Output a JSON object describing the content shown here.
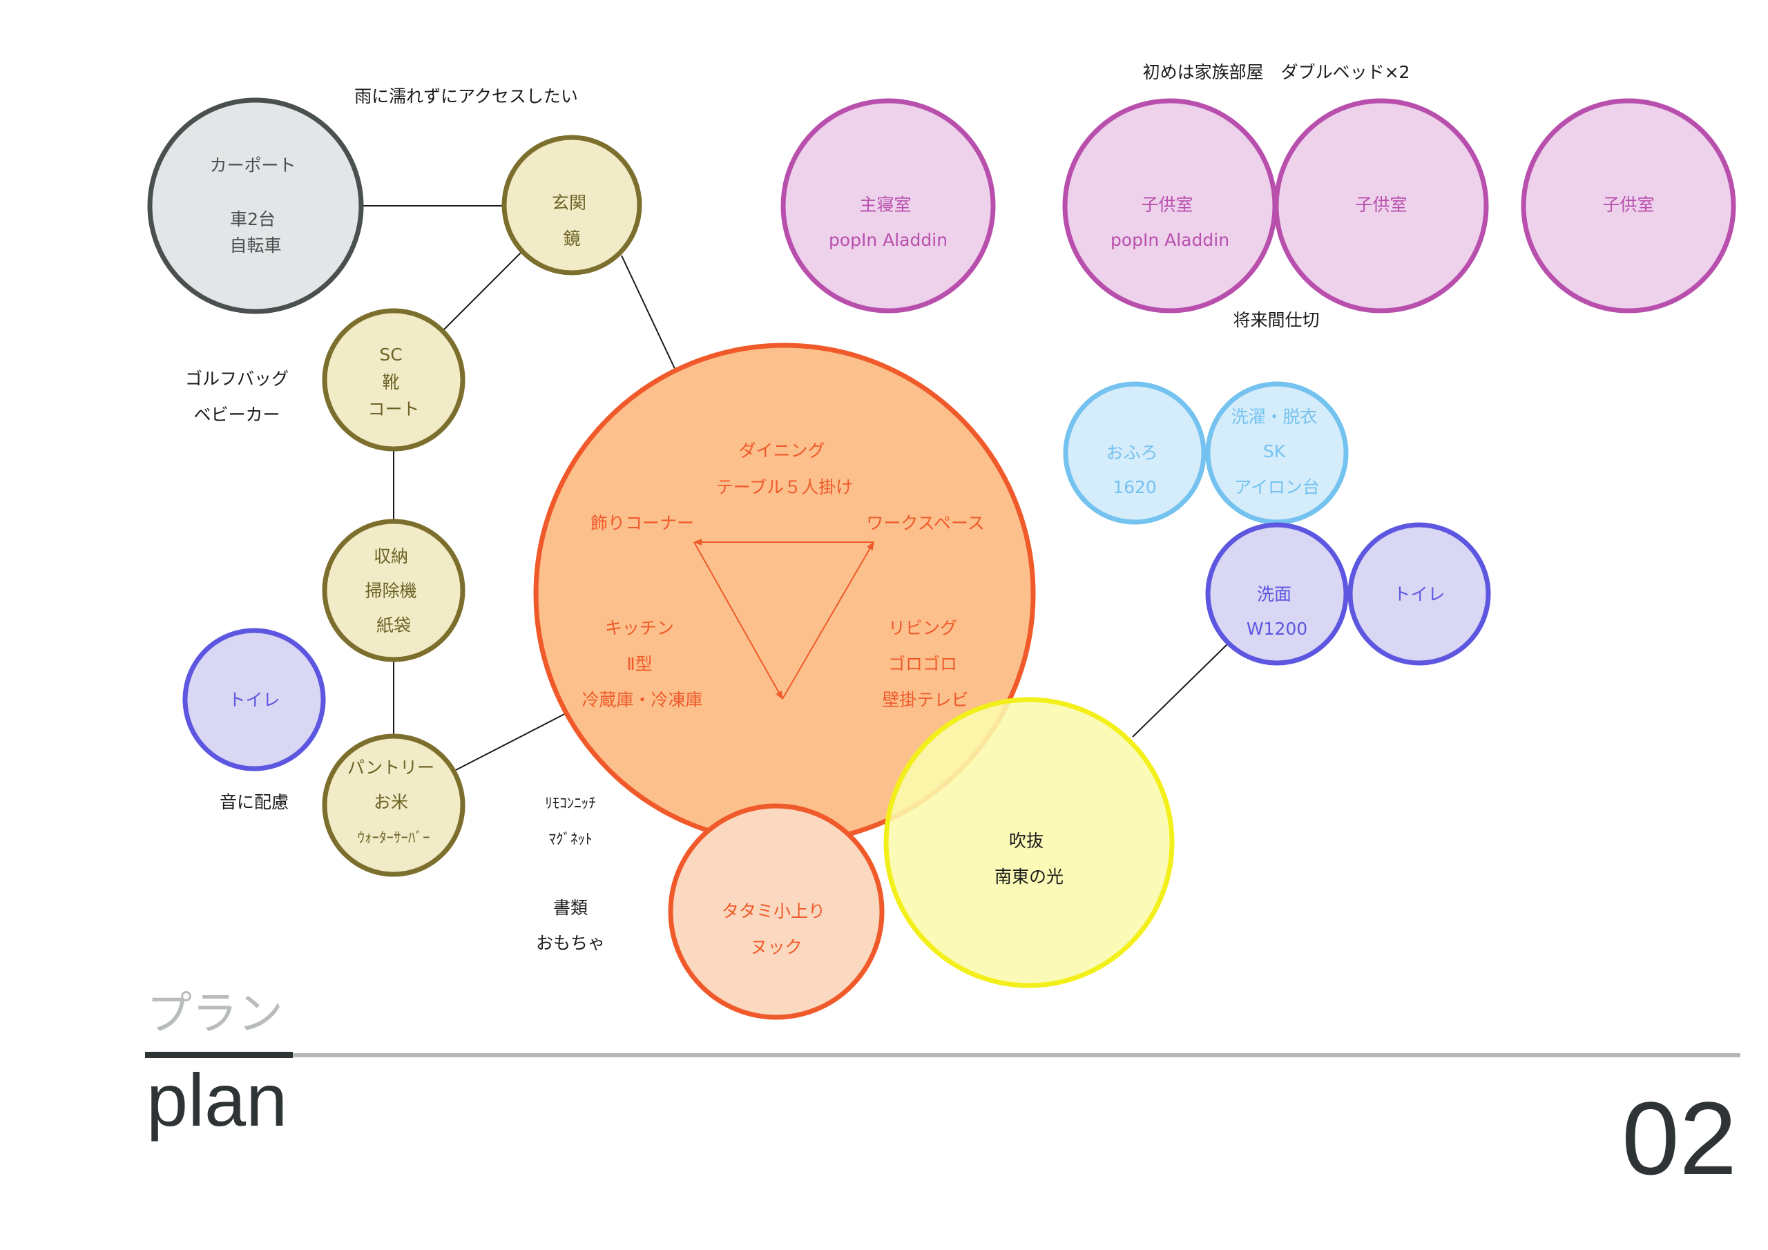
{
  "colors": {
    "carport_fill": "#e3e6e6",
    "carport_stroke": "#4a4f50",
    "carport_text": "#4a4f50",
    "olive_fill": "#f1ecc7",
    "olive_stroke": "#7c6e2d",
    "olive_text": "#6e6226",
    "pink_fill": "#eed2ec",
    "pink_stroke": "#b84fad",
    "pink_text": "#b84fad",
    "ldk_fill": "#fbc08c",
    "ldk_stroke": "#f05a2a",
    "ldk_text": "#f05a2a",
    "tatami_fill": "#fbd9c0",
    "yellow_fill": "#fafaad",
    "yellow_stroke": "#f2ef1a",
    "yellow_text": "#1a1a1a",
    "blue_fill": "#d5ecfb",
    "blue_stroke": "#74c2f0",
    "blue_text": "#74c2f0",
    "indigo_fill": "#d9d7f4",
    "indigo_stroke": "#5d56e0",
    "indigo_text": "#5d56e0",
    "line": "#1a1a1a",
    "footer_kana": "#b9bcbc",
    "footer_text": "#2e3435",
    "rule_gray": "#b4b8b8",
    "rule_dark": "#2e3435"
  },
  "bubbles": {
    "carport": [
      "カーポート",
      "",
      "車2台",
      "自転車"
    ],
    "genkan": [
      "玄関",
      "鏡"
    ],
    "sc": [
      "SC",
      "靴",
      "コート"
    ],
    "storage": [
      "収納",
      "掃除機",
      "紙袋"
    ],
    "pantry": [
      "パントリー",
      "お米",
      "ｳｫｰﾀｰｻｰﾊﾞｰ"
    ],
    "toilet_left": [
      "トイレ"
    ],
    "master_bedroom": [
      "主寝室",
      "popIn Aladdin"
    ],
    "kids_room_1": [
      "子供室",
      "popIn Aladdin"
    ],
    "kids_room_2": [
      "子供室"
    ],
    "kids_room_3": [
      "子供室"
    ],
    "bath": [
      "おふろ",
      "1620"
    ],
    "laundry": [
      "洗濯・脱衣",
      "SK",
      "アイロン台"
    ],
    "washroom": [
      "洗面",
      "W1200"
    ],
    "toilet_right": [
      "トイレ"
    ],
    "tatami": [
      "タタミ小上り",
      "ヌック"
    ],
    "atrium": [
      "吹抜",
      "南東の光"
    ]
  },
  "ldk": {
    "dining": [
      "ダイニング",
      "テーブル５人掛け"
    ],
    "decor": "飾りコーナー",
    "workspace": "ワークスペース",
    "kitchen": [
      "キッチン",
      "Ⅱ型",
      "冷蔵庫・冷凍庫"
    ],
    "living": [
      "リビング",
      "ゴロゴロ",
      "壁掛テレビ"
    ]
  },
  "notes": {
    "rain": "雨に濡れずにアクセスしたい",
    "family_room": "初めは家族部屋　ダブルベッド×2",
    "future_partition": "将来間仕切",
    "golf_1": "ゴルフバッグ",
    "golf_2": "ベビーカー",
    "sound": "音に配慮",
    "remocon_1": "ﾘﾓｺﾝﾆｯﾁ",
    "remocon_2": "ﾏｸﾞﾈｯﾄ",
    "papers_1": "書類",
    "papers_2": "おもちゃ"
  },
  "footer": {
    "kana": "プラン",
    "title": "plan",
    "page_number": "02"
  }
}
